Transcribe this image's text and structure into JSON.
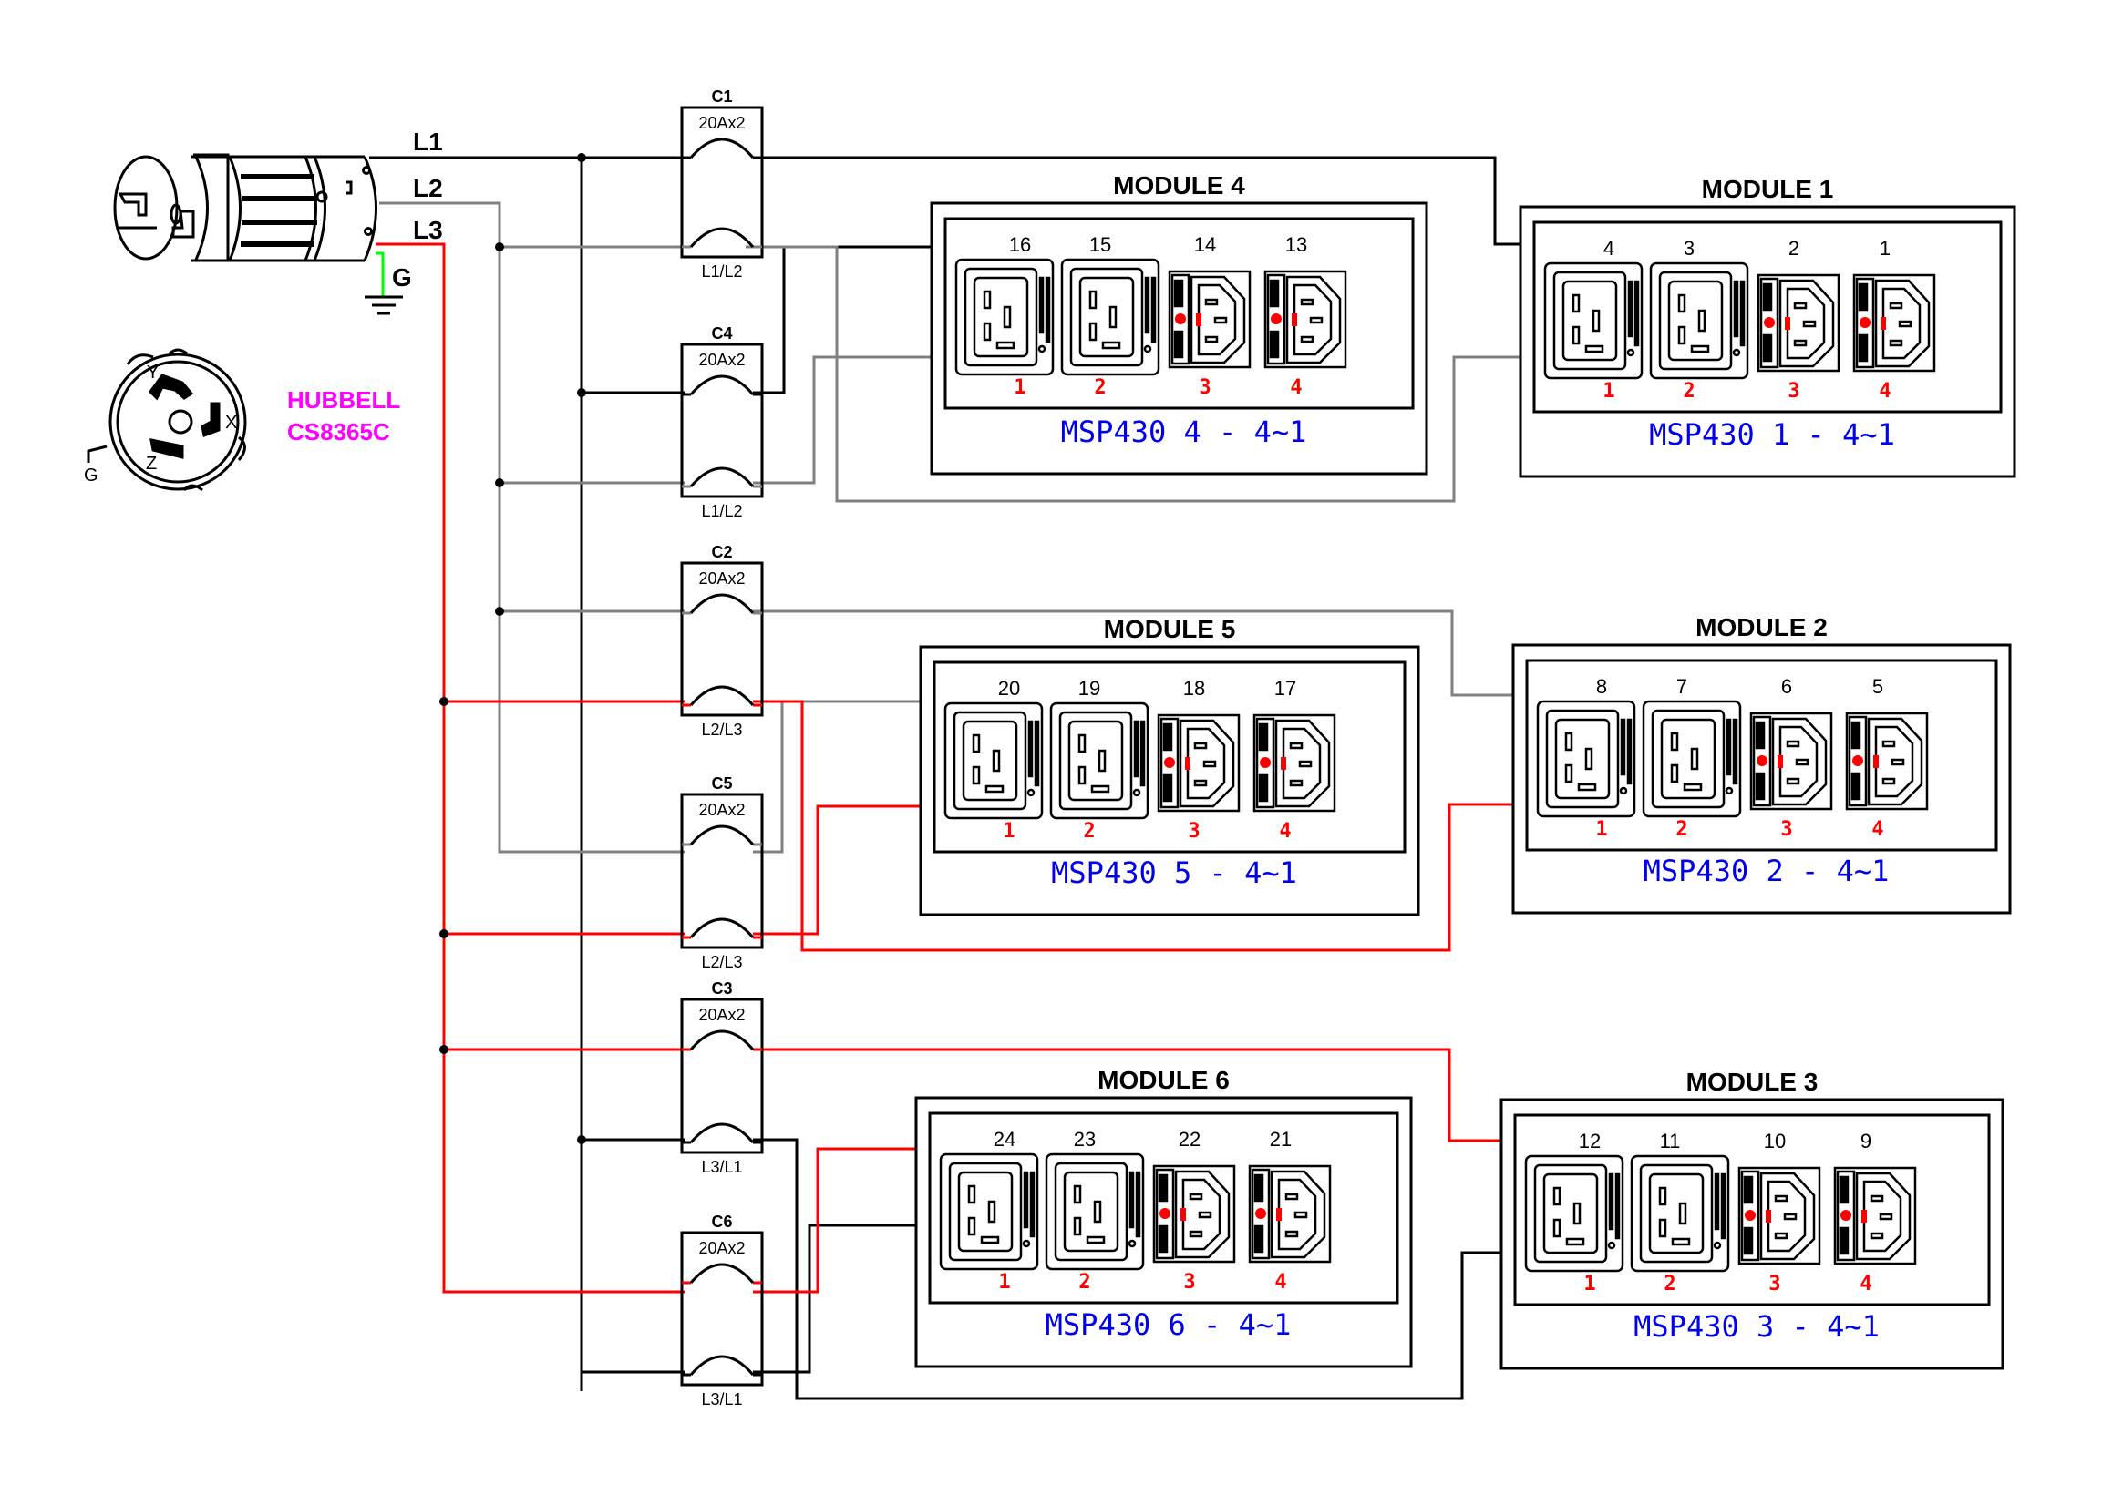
{
  "colors": {
    "L1": "#000000",
    "L2": "#808080",
    "L3": "#ff0000",
    "ground": "#00ff00",
    "model_text": "#0000ee",
    "outlet_index": "#ff0000",
    "plug_label": "#ff00ff"
  },
  "plug": {
    "line_labels": [
      "L1",
      "L2",
      "L3"
    ],
    "ground_label": "G",
    "face_pin_labels": {
      "x": "X",
      "y": "Y",
      "z": "Z",
      "g": "G"
    },
    "brand": "HUBBELL",
    "model": "CS8365C"
  },
  "breakers": [
    {
      "id": "C1",
      "rating": "20Ax2",
      "phases": "L1/L2",
      "top_line": "L1",
      "bottom_line": "L2"
    },
    {
      "id": "C4",
      "rating": "20Ax2",
      "phases": "L1/L2",
      "top_line": "L1",
      "bottom_line": "L2"
    },
    {
      "id": "C2",
      "rating": "20Ax2",
      "phases": "L2/L3",
      "top_line": "L2",
      "bottom_line": "L3"
    },
    {
      "id": "C5",
      "rating": "20Ax2",
      "phases": "L2/L3",
      "top_line": "L2",
      "bottom_line": "L3"
    },
    {
      "id": "C3",
      "rating": "20Ax2",
      "phases": "L3/L1",
      "top_line": "L3",
      "bottom_line": "L1"
    },
    {
      "id": "C6",
      "rating": "20Ax2",
      "phases": "L3/L1",
      "top_line": "L3",
      "bottom_line": "L1"
    }
  ],
  "modules": [
    {
      "title": "MODULE 4",
      "model": "MSP430 4 - 4~1",
      "outlet_numbers": [
        "16",
        "15",
        "14",
        "13"
      ],
      "outlet_indices": [
        "1",
        "2",
        "3",
        "4"
      ],
      "outlet_types": [
        "C19",
        "C19",
        "C13",
        "C13"
      ],
      "fed_by": "C4"
    },
    {
      "title": "MODULE 1",
      "model": "MSP430 1 - 4~1",
      "outlet_numbers": [
        "4",
        "3",
        "2",
        "1"
      ],
      "outlet_indices": [
        "1",
        "2",
        "3",
        "4"
      ],
      "outlet_types": [
        "C19",
        "C19",
        "C13",
        "C13"
      ],
      "fed_by": "C1"
    },
    {
      "title": "MODULE 5",
      "model": "MSP430 5 - 4~1",
      "outlet_numbers": [
        "20",
        "19",
        "18",
        "17"
      ],
      "outlet_indices": [
        "1",
        "2",
        "3",
        "4"
      ],
      "outlet_types": [
        "C19",
        "C19",
        "C13",
        "C13"
      ],
      "fed_by": "C5"
    },
    {
      "title": "MODULE 2",
      "model": "MSP430 2 - 4~1",
      "outlet_numbers": [
        "8",
        "7",
        "6",
        "5"
      ],
      "outlet_indices": [
        "1",
        "2",
        "3",
        "4"
      ],
      "outlet_types": [
        "C19",
        "C19",
        "C13",
        "C13"
      ],
      "fed_by": "C2"
    },
    {
      "title": "MODULE 6",
      "model": "MSP430 6 - 4~1",
      "outlet_numbers": [
        "24",
        "23",
        "22",
        "21"
      ],
      "outlet_indices": [
        "1",
        "2",
        "3",
        "4"
      ],
      "outlet_types": [
        "C19",
        "C19",
        "C13",
        "C13"
      ],
      "fed_by": "C6"
    },
    {
      "title": "MODULE 3",
      "model": "MSP430 3 - 4~1",
      "outlet_numbers": [
        "12",
        "11",
        "10",
        "9"
      ],
      "outlet_indices": [
        "1",
        "2",
        "3",
        "4"
      ],
      "outlet_types": [
        "C19",
        "C19",
        "C13",
        "C13"
      ],
      "fed_by": "C3"
    }
  ]
}
